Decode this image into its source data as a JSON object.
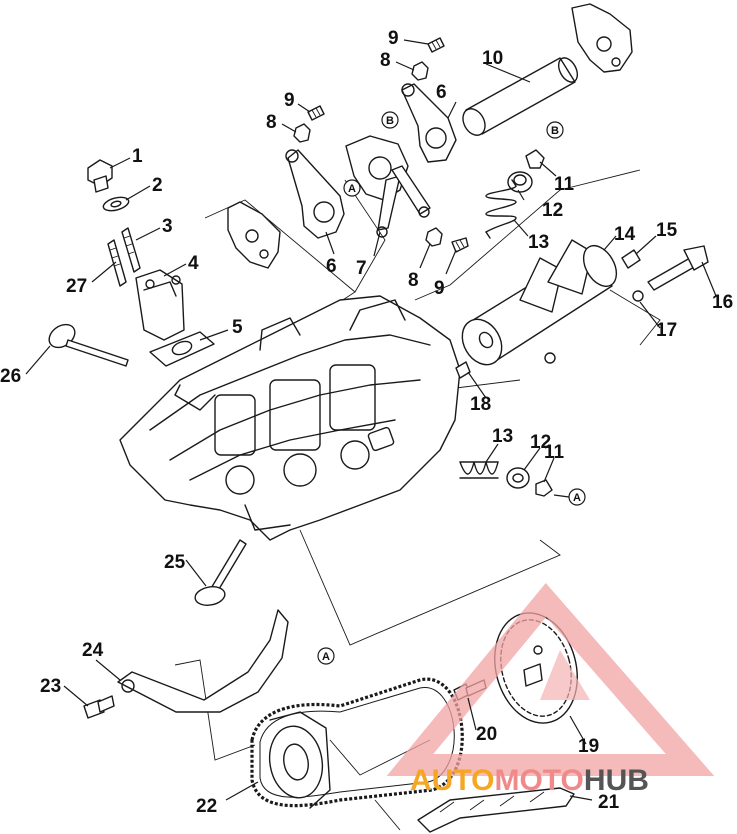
{
  "callouts": [
    {
      "id": "1",
      "text": "1"
    },
    {
      "id": "2",
      "text": "2"
    },
    {
      "id": "3",
      "text": "3"
    },
    {
      "id": "4",
      "text": "4"
    },
    {
      "id": "5",
      "text": "5"
    },
    {
      "id": "6a",
      "text": "6"
    },
    {
      "id": "6b",
      "text": "6"
    },
    {
      "id": "7",
      "text": "7"
    },
    {
      "id": "8a",
      "text": "8"
    },
    {
      "id": "8b",
      "text": "8"
    },
    {
      "id": "8c",
      "text": "8"
    },
    {
      "id": "9a",
      "text": "9"
    },
    {
      "id": "9b",
      "text": "9"
    },
    {
      "id": "9c",
      "text": "9"
    },
    {
      "id": "10",
      "text": "10"
    },
    {
      "id": "11a",
      "text": "11"
    },
    {
      "id": "11b",
      "text": "11"
    },
    {
      "id": "12a",
      "text": "12"
    },
    {
      "id": "12b",
      "text": "12"
    },
    {
      "id": "13a",
      "text": "13"
    },
    {
      "id": "13b",
      "text": "13"
    },
    {
      "id": "14",
      "text": "14"
    },
    {
      "id": "15",
      "text": "15"
    },
    {
      "id": "16",
      "text": "16"
    },
    {
      "id": "17",
      "text": "17"
    },
    {
      "id": "18",
      "text": "18"
    },
    {
      "id": "19",
      "text": "19"
    },
    {
      "id": "20",
      "text": "20"
    },
    {
      "id": "21",
      "text": "21"
    },
    {
      "id": "22",
      "text": "22"
    },
    {
      "id": "23",
      "text": "23"
    },
    {
      "id": "24",
      "text": "24"
    },
    {
      "id": "25",
      "text": "25"
    },
    {
      "id": "26",
      "text": "26"
    },
    {
      "id": "27",
      "text": "27"
    }
  ],
  "refs": {
    "a1": "A",
    "a2": "A",
    "a3": "A",
    "b1": "B",
    "b2": "B"
  },
  "watermark": {
    "part1": "AUTO",
    "part2": "MOTO",
    "part3": "HUB",
    "color1": "#f5a623",
    "color2": "#f08a8a",
    "color3": "#555555"
  }
}
